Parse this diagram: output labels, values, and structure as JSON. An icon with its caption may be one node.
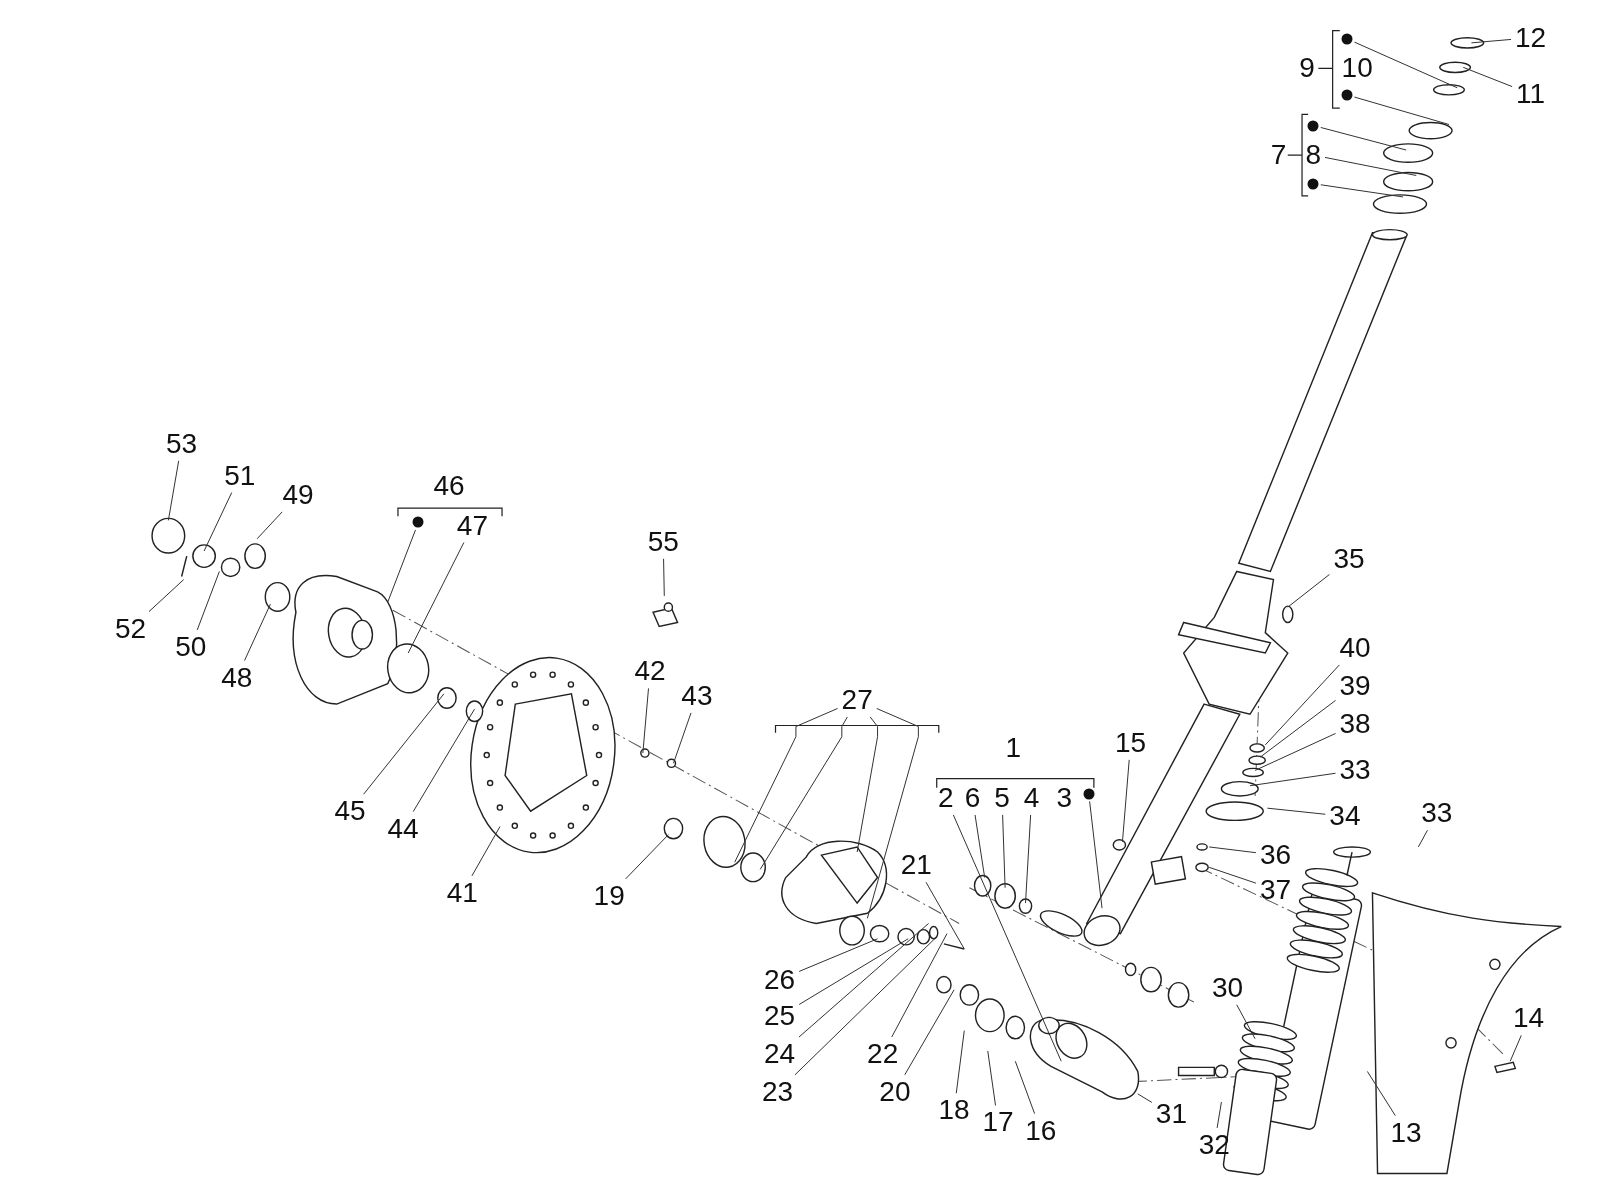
{
  "diagram": {
    "nodes": [
      {
        "text": [
          "12"
        ]
      },
      {
        "text": [],
        "shape": "circle"
      },
      {
        "text": [
          "9"
        ]
      },
      {
        "text": [
          "10"
        ]
      },
      {
        "text": [
          "11"
        ]
      },
      {
        "text": [],
        "shape": "circle"
      },
      {
        "text": [],
        "shape": "circle"
      },
      {
        "text": [
          "7"
        ]
      },
      {
        "text": [
          "8"
        ]
      },
      {
        "text": [],
        "shape": "circle"
      },
      {
        "text": [
          "53"
        ]
      },
      {
        "text": [
          "51"
        ]
      },
      {
        "text": [
          "46"
        ]
      },
      {
        "text": [
          "49"
        ]
      },
      {
        "text": [],
        "shape": "circle"
      },
      {
        "text": [
          "47"
        ]
      },
      {
        "text": [
          "55"
        ]
      },
      {
        "text": [
          "35"
        ]
      },
      {
        "text": [
          "52"
        ]
      },
      {
        "text": [
          "50"
        ]
      },
      {
        "text": [
          "40"
        ]
      },
      {
        "text": [
          "42"
        ]
      },
      {
        "text": [
          "48"
        ]
      },
      {
        "text": [
          "39"
        ]
      },
      {
        "text": [
          "43"
        ]
      },
      {
        "text": [
          "27"
        ]
      },
      {
        "text": [
          "38"
        ]
      },
      {
        "text": [
          "15"
        ]
      },
      {
        "text": [
          "1"
        ]
      },
      {
        "text": [
          "33"
        ]
      },
      {
        "text": [
          "2"
        ]
      },
      {
        "text": [
          "6"
        ]
      },
      {
        "text": [
          "5"
        ]
      },
      {
        "text": [
          "4"
        ]
      },
      {
        "text": [
          "3"
        ]
      },
      {
        "text": [],
        "shape": "circle"
      },
      {
        "text": [
          "45"
        ]
      },
      {
        "text": [
          "33"
        ]
      },
      {
        "text": [
          "34"
        ]
      },
      {
        "text": [
          "44"
        ]
      },
      {
        "text": [
          "36"
        ]
      },
      {
        "text": [
          "21"
        ]
      },
      {
        "text": [
          "37"
        ]
      },
      {
        "text": [
          "41"
        ]
      },
      {
        "text": [
          "19"
        ]
      },
      {
        "text": [
          "26"
        ]
      },
      {
        "text": [
          "30"
        ]
      },
      {
        "text": [
          "25"
        ]
      },
      {
        "text": [
          "14"
        ]
      },
      {
        "text": [
          "24"
        ]
      },
      {
        "text": [
          "22"
        ]
      },
      {
        "text": [
          "20"
        ]
      },
      {
        "text": [
          "23"
        ]
      },
      {
        "text": [
          "18"
        ]
      },
      {
        "text": [
          "31"
        ]
      },
      {
        "text": [
          "17"
        ]
      },
      {
        "text": [
          "16"
        ]
      },
      {
        "text": [
          "13"
        ]
      },
      {
        "text": [
          "32"
        ]
      }
    ],
    "edges": [
      {
        "from": 0,
        "to": null,
        "arrow": "none"
      },
      {
        "from": 1,
        "to": null,
        "arrow": "none"
      },
      {
        "from": 4,
        "to": null,
        "arrow": "none"
      },
      {
        "from": 5,
        "to": null,
        "arrow": "none"
      },
      {
        "from": 6,
        "to": null,
        "arrow": "none"
      },
      {
        "from": 8,
        "to": null,
        "arrow": "none"
      },
      {
        "from": 9,
        "to": null,
        "arrow": "none"
      },
      {
        "from": 10,
        "to": null,
        "arrow": "none"
      },
      {
        "from": 11,
        "to": null,
        "arrow": "none"
      },
      {
        "from": 13,
        "to": null,
        "arrow": "none"
      },
      {
        "from": 14,
        "to": null,
        "arrow": "none"
      },
      {
        "from": 15,
        "to": null,
        "arrow": "none"
      },
      {
        "from": 16,
        "to": null,
        "arrow": "none"
      },
      {
        "from": 17,
        "to": null,
        "arrow": "none"
      },
      {
        "from": 18,
        "to": null,
        "arrow": "none"
      },
      {
        "from": 19,
        "to": null,
        "arrow": "none"
      },
      {
        "from": 20,
        "to": null,
        "arrow": "none"
      },
      {
        "from": 21,
        "to": null,
        "arrow": "none"
      },
      {
        "from": 22,
        "to": null,
        "arrow": "none"
      },
      {
        "from": 23,
        "to": null,
        "arrow": "none"
      },
      {
        "from": 24,
        "to": null,
        "arrow": "none"
      },
      {
        "from": 25,
        "to": null,
        "arrow": "none"
      },
      {
        "from": 25,
        "to": null,
        "arrow": "none"
      },
      {
        "from": 25,
        "to": null,
        "arrow": "none"
      },
      {
        "from": 25,
        "to": null,
        "arrow": "none"
      },
      {
        "from": 26,
        "to": null,
        "arrow": "none"
      },
      {
        "from": 27,
        "to": null,
        "arrow": "none"
      },
      {
        "from": 29,
        "to": null,
        "arrow": "none"
      },
      {
        "from": 30,
        "to": null,
        "arrow": "none"
      },
      {
        "from": 31,
        "to": null,
        "arrow": "none"
      },
      {
        "from": 32,
        "to": null,
        "arrow": "none"
      },
      {
        "from": 33,
        "to": null,
        "arrow": "none"
      },
      {
        "from": 35,
        "to": null,
        "arrow": "none"
      },
      {
        "from": 36,
        "to": null,
        "arrow": "none"
      },
      {
        "from": 37,
        "to": null,
        "arrow": "none"
      },
      {
        "from": 38,
        "to": null,
        "arrow": "none"
      },
      {
        "from": 39,
        "to": null,
        "arrow": "none"
      },
      {
        "from": 40,
        "to": null,
        "arrow": "none"
      },
      {
        "from": 41,
        "to": null,
        "arrow": "none"
      },
      {
        "from": 42,
        "to": null,
        "arrow": "none"
      },
      {
        "from": 43,
        "to": null,
        "arrow": "none"
      },
      {
        "from": 44,
        "to": null,
        "arrow": "none"
      },
      {
        "from": 45,
        "to": null,
        "arrow": "none"
      },
      {
        "from": 46,
        "to": null,
        "arrow": "none"
      },
      {
        "from": 47,
        "to": null,
        "arrow": "none"
      },
      {
        "from": 48,
        "to": null,
        "arrow": "none"
      },
      {
        "from": 49,
        "to": null,
        "arrow": "none"
      },
      {
        "from": 50,
        "to": null,
        "arrow": "none"
      },
      {
        "from": 51,
        "to": null,
        "arrow": "none"
      },
      {
        "from": 52,
        "to": null,
        "arrow": "none"
      },
      {
        "from": 53,
        "to": null,
        "arrow": "none"
      },
      {
        "from": 54,
        "to": null,
        "arrow": "none"
      },
      {
        "from": 55,
        "to": null,
        "arrow": "none"
      },
      {
        "from": 56,
        "to": null,
        "arrow": "none"
      },
      {
        "from": 57,
        "to": null,
        "arrow": "none"
      },
      {
        "from": 58,
        "to": null,
        "arrow": "none"
      }
    ]
  }
}
